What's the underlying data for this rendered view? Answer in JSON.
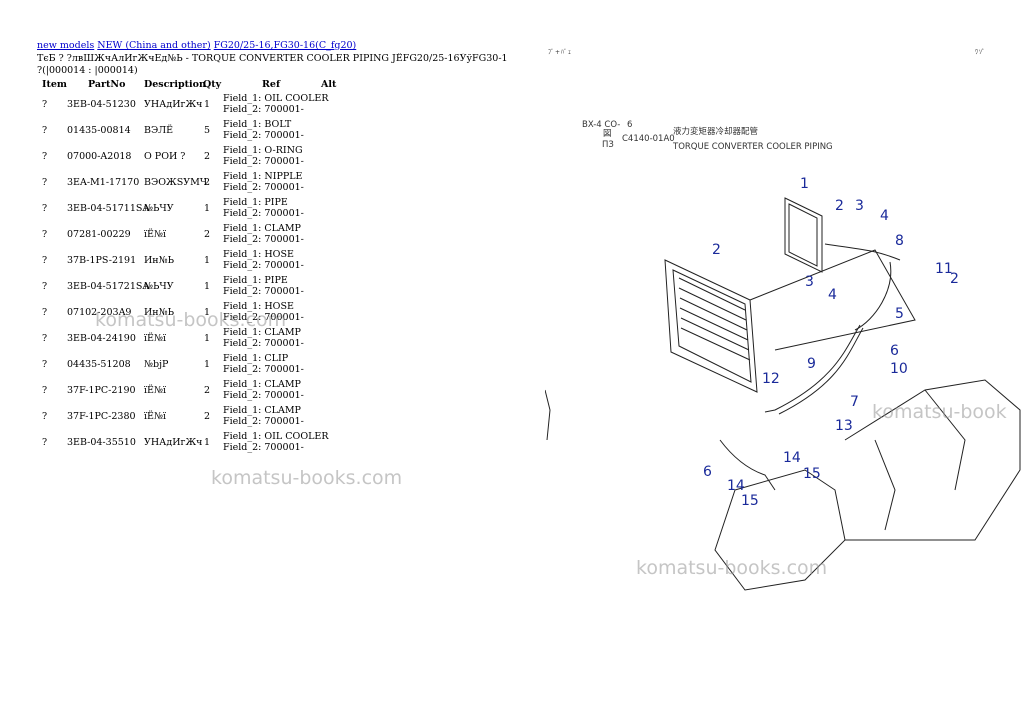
{
  "breadcrumb": {
    "links": [
      "new models",
      "NEW (China and other)",
      "FG20/25-16,FG30-16(C_fg20)"
    ]
  },
  "header": {
    "title": "ТєБ ? ?лвШЖчАлИгЖчЕд№Ь - TORQUE CONVERTER COOLER PIPING JЁFG20/25-16ЎўFG30-16J",
    "range": "?(|000014 : |000014)"
  },
  "corner_marks": {
    "left": "ﾌﾞ+ﾊﾞｪ",
    "right": "ﾜｿﾟ"
  },
  "columns": [
    "Item",
    "PartNo",
    "Description",
    "Qty",
    "Ref",
    "Alt"
  ],
  "parts": [
    {
      "item": "?",
      "part_no": "3EB-04-51230",
      "description": "УНАдИгЖч",
      "qty": "1",
      "field1": "Field_1: OIL COOLER",
      "field2": "Field_2: 700001-"
    },
    {
      "item": "?",
      "part_no": "01435-00814",
      "description": "ВЭЛЁ",
      "qty": "5",
      "field1": "Field_1: BOLT",
      "field2": "Field_2: 700001-"
    },
    {
      "item": "?",
      "part_no": "07000-A2018",
      "description": "О РОИ ?",
      "qty": "2",
      "field1": "Field_1: O-RING",
      "field2": "Field_2: 700001-"
    },
    {
      "item": "?",
      "part_no": "3EA-M1-17170",
      "description": "ВЭОЖSУМЧ",
      "qty": "2",
      "field1": "Field_1: NIPPLE",
      "field2": "Field_2: 700001-"
    },
    {
      "item": "?",
      "part_no": "3EB-04-51711SA",
      "description": "№ЬЧУ",
      "qty": "1",
      "field1": "Field_1: PIPE",
      "field2": "Field_2: 700001-"
    },
    {
      "item": "?",
      "part_no": "07281-00229",
      "description": "ïЁ№ï",
      "qty": "2",
      "field1": "Field_1: CLAMP",
      "field2": "Field_2: 700001-"
    },
    {
      "item": "?",
      "part_no": "37B-1PS-2191",
      "description": "Ин№Ь",
      "qty": "1",
      "field1": "Field_1: HOSE",
      "field2": "Field_2: 700001-"
    },
    {
      "item": "?",
      "part_no": "3EB-04-51721SA",
      "description": "№ЬЧУ",
      "qty": "1",
      "field1": "Field_1: PIPE",
      "field2": "Field_2: 700001-"
    },
    {
      "item": "?",
      "part_no": "07102-203A9",
      "description": "Ин№Ь",
      "qty": "1",
      "field1": "Field_1: HOSE",
      "field2": "Field_2: 700001-"
    },
    {
      "item": "?",
      "part_no": "3EB-04-24190",
      "description": "ïЁ№ï",
      "qty": "1",
      "field1": "Field_1: CLAMP",
      "field2": "Field_2: 700001-"
    },
    {
      "item": "?",
      "part_no": "04435-51208",
      "description": "№bjР",
      "qty": "1",
      "field1": "Field_1: CLIP",
      "field2": "Field_2: 700001-"
    },
    {
      "item": "?",
      "part_no": "37F-1PC-2190",
      "description": "ïЁ№ï",
      "qty": "2",
      "field1": "Field_1: CLAMP",
      "field2": "Field_2: 700001-"
    },
    {
      "item": "?",
      "part_no": "37F-1PC-2380",
      "description": "ïЁ№ï",
      "qty": "2",
      "field1": "Field_1: CLAMP",
      "field2": "Field_2: 700001-"
    },
    {
      "item": "?",
      "part_no": "3EB-04-35510",
      "description": "УНАдИгЖч",
      "qty": "1",
      "field1": "Field_1: OIL COOLER",
      "field2": "Field_2: 700001-"
    }
  ],
  "diagram": {
    "cap_a": "BX-4 CO-",
    "cap_b": "6",
    "cap_c": "図",
    "cap_d": "C4140-01A0",
    "cap_e": "液力変矩器冷却器配管",
    "cap_f": "ПЗ",
    "cap_g": "TORQUE CONVERTER COOLER PIPING",
    "callouts": [
      "1",
      "2",
      "3",
      "4",
      "8",
      "2",
      "3",
      "4",
      "11",
      "2",
      "5",
      "6",
      "9",
      "12",
      "10",
      "7",
      "13",
      "6",
      "14",
      "15",
      "14",
      "15"
    ]
  },
  "watermarks": [
    "komatsu-books.com",
    "komatsu-books.com",
    "komatsu-books.com",
    "komatsu-book"
  ]
}
